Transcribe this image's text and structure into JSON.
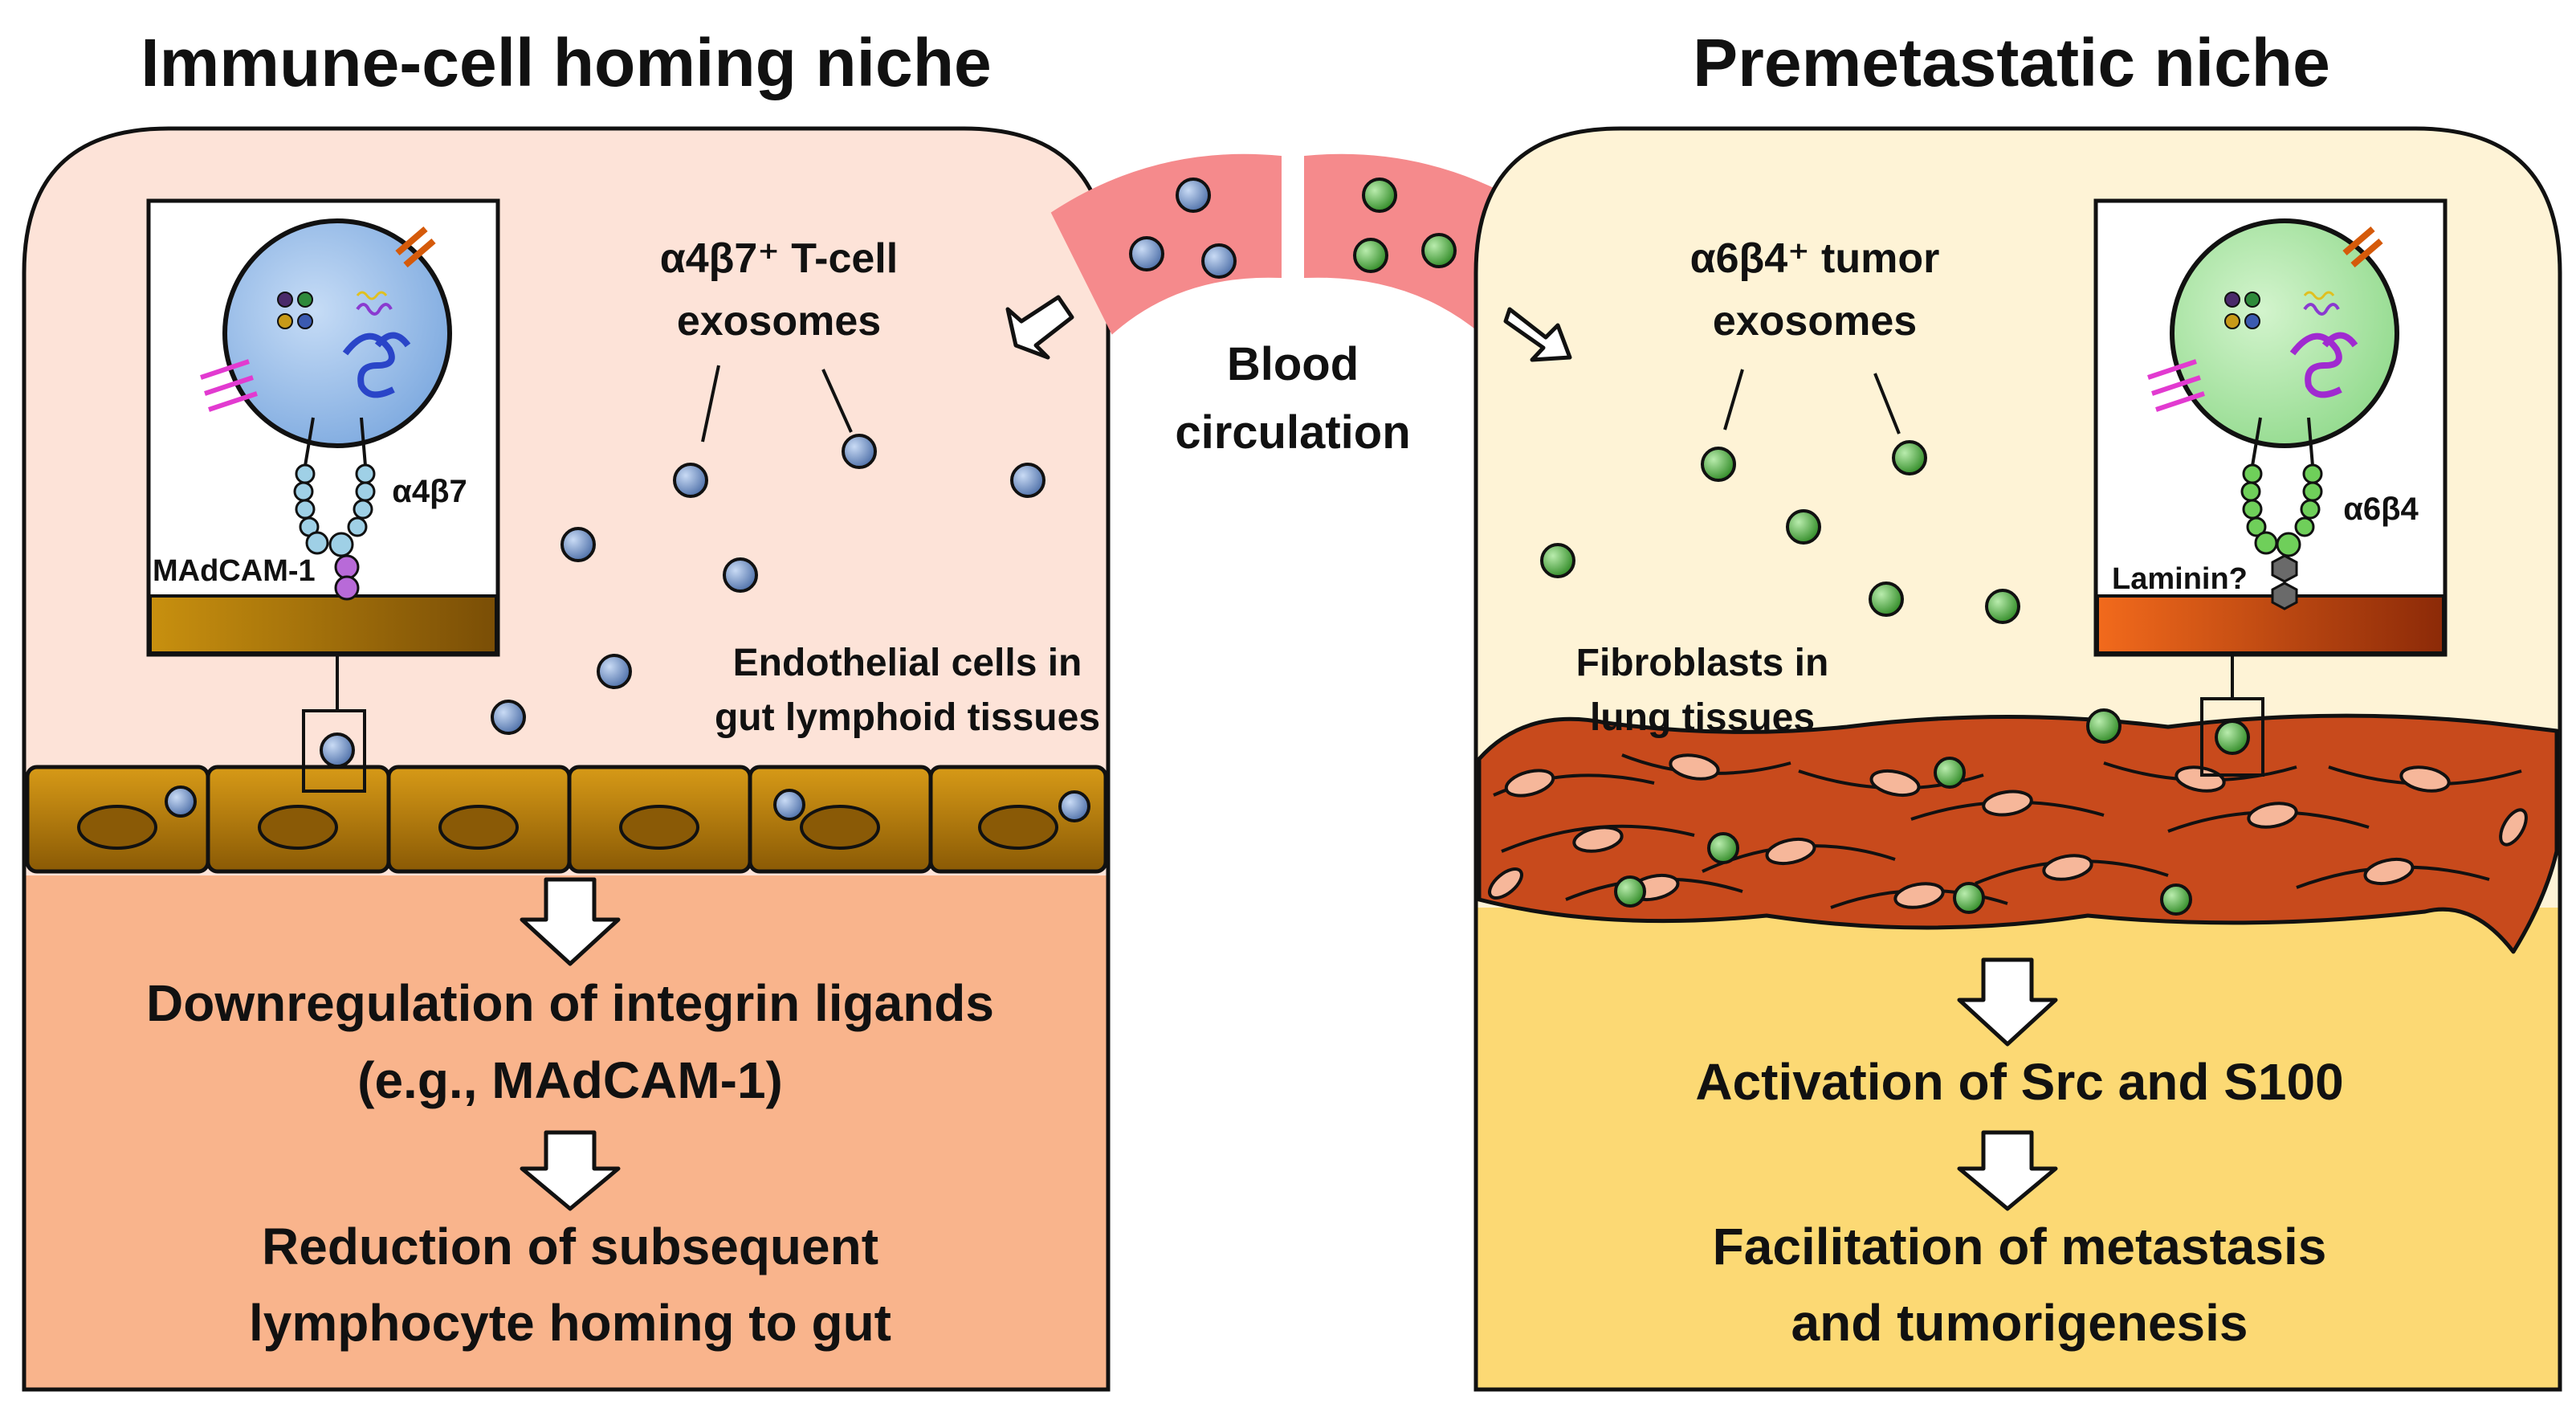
{
  "left_panel": {
    "title": "Immune-cell homing niche",
    "exosome_label_line1": "α4β7⁺ T-cell",
    "exosome_label_line2": "exosomes",
    "integrin_label": "α4β7",
    "ligand_label": "MAdCAM-1",
    "tissue_label_line1": "Endothelial cells in",
    "tissue_label_line2": "gut lymphoid tissues",
    "outcome1_line1": "Downregulation of integrin ligands",
    "outcome1_line2": "(e.g., MAdCAM-1)",
    "outcome2_line1": "Reduction of subsequent",
    "outcome2_line2": "lymphocyte homing to gut"
  },
  "center": {
    "label_line1": "Blood",
    "label_line2": "circulation"
  },
  "right_panel": {
    "title": "Premetastatic niche",
    "exosome_label_line1": "α6β4⁺ tumor",
    "exosome_label_line2": "exosomes",
    "integrin_label": "α6β4",
    "ligand_label": "Laminin?",
    "tissue_label_line1": "Fibroblasts in",
    "tissue_label_line2": "lung tissues",
    "outcome1": "Activation of Src and S100",
    "outcome2_line1": "Facilitation of metastasis",
    "outcome2_line2": "and tumorigenesis"
  },
  "colors": {
    "left_top_bg": "#fde3d8",
    "left_bottom_bg": "#f9b48c",
    "right_top_bg": "#fef3d6",
    "right_bottom_bg": "#fcd974",
    "blood_band": "#f58a8c",
    "blue_exosome": "#6f8fbf",
    "green_exosome": "#49a63a",
    "endothelial_cell": "#b8860b",
    "fibroblast": "#c84a1c",
    "left_vesicle": "#9cc3ee",
    "right_vesicle": "#a7e7a3"
  }
}
